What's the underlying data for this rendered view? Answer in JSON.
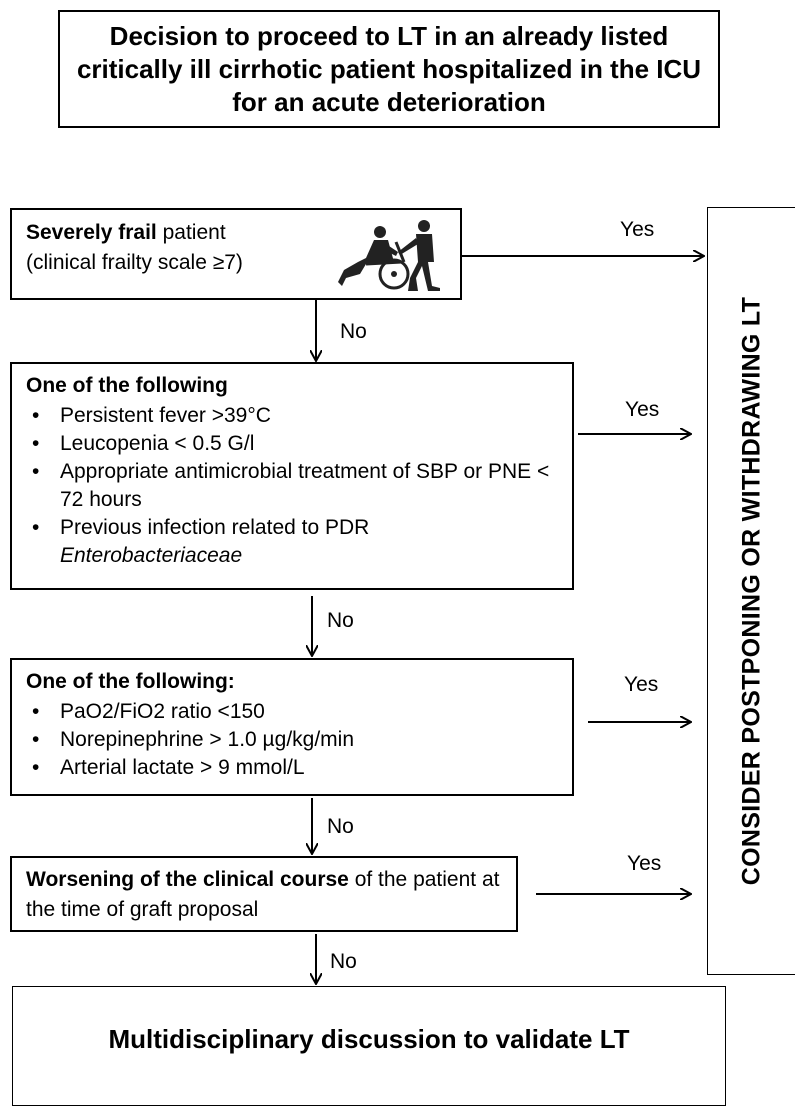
{
  "title": "Decision to proceed to LT in an already listed critically ill cirrhotic patient hospitalized in the ICU for an acute deterioration",
  "frail": {
    "bold": "Severely frail",
    "rest": " patient",
    "line2": "(clinical frailty scale ≥7)",
    "icon": "wheelchair-caregiver-icon"
  },
  "criteria1": {
    "heading": "One of the following",
    "items": [
      "Persistent fever >39°C",
      "Leucopenia < 0.5 G/l",
      "Appropriate antimicrobial treatment of SBP or PNE < 72 hours",
      "Previous infection related to PDR"
    ],
    "item4_italic": "Enterobacteriaceae"
  },
  "criteria2": {
    "heading": "One of the following:",
    "items": [
      "PaO2/FiO2 ratio <150",
      "Norepinephrine > 1.0 µg/kg/min",
      "Arterial lactate > 9 mmol/L"
    ]
  },
  "worsening": {
    "bold": "Worsening of the clinical course",
    "rest": " of the patient at the time of graft proposal"
  },
  "outcome_side": "CONSIDER POSTPONING OR WITHDRAWING LT",
  "outcome_bottom": "Multidisciplinary discussion to validate LT",
  "labels": {
    "yes": "Yes",
    "no": "No"
  }
}
